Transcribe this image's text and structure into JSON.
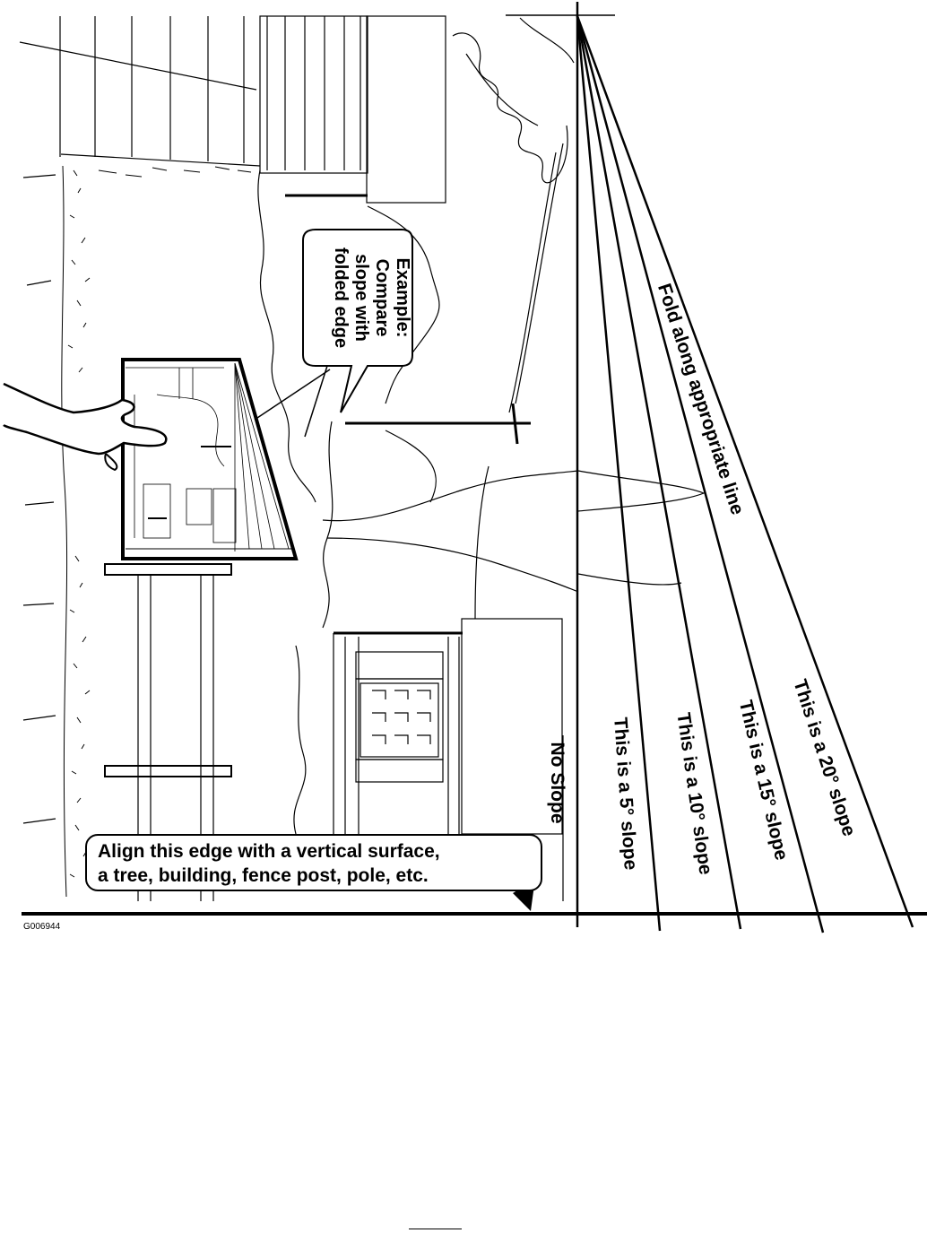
{
  "figure_id": "G006944",
  "fold_instruction": "Fold along appropriate line",
  "example_callout": {
    "line1": "Example:",
    "line2": "Compare",
    "line3": "slope with",
    "line4": "folded edge"
  },
  "align_callout": {
    "line1": "Align this edge with a vertical surface,",
    "line2": "a tree, building, fence post, pole, etc."
  },
  "slope_lines": [
    {
      "label": "No Slope"
    },
    {
      "label": "This is a 5° slope"
    },
    {
      "label": "This is a 10° slope"
    },
    {
      "label": "This is a 15° slope"
    },
    {
      "label": "This is a 20° slope"
    }
  ]
}
